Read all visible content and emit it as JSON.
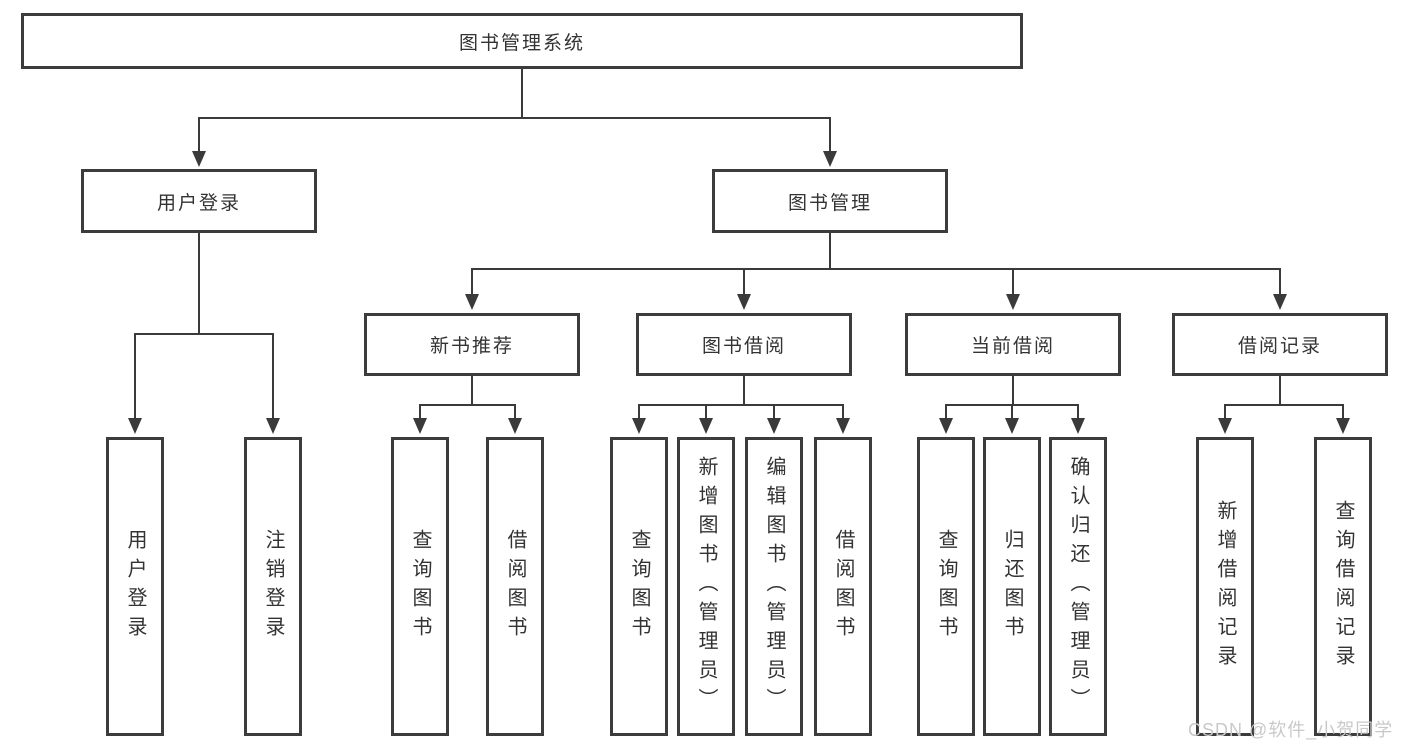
{
  "tree": {
    "label": "图书管理系统",
    "children": [
      {
        "label": "用户登录",
        "children": [
          {
            "label": "用户登录"
          },
          {
            "label": "注销登录"
          }
        ]
      },
      {
        "label": "图书管理",
        "children": [
          {
            "label": "新书推荐",
            "children": [
              {
                "label": "查询图书"
              },
              {
                "label": "借阅图书"
              }
            ]
          },
          {
            "label": "图书借阅",
            "children": [
              {
                "label": "查询图书"
              },
              {
                "label": "新增图书（管理员）"
              },
              {
                "label": "编辑图书（管理员）"
              },
              {
                "label": "借阅图书"
              }
            ]
          },
          {
            "label": "当前借阅",
            "children": [
              {
                "label": "查询图书"
              },
              {
                "label": "归还图书"
              },
              {
                "label": "确认归还（管理员）"
              }
            ]
          },
          {
            "label": "借阅记录",
            "children": [
              {
                "label": "新增借阅记录"
              },
              {
                "label": "查询借阅记录"
              }
            ]
          }
        ]
      }
    ]
  },
  "watermark": {
    "text": "CSDN @软件_小贺同学"
  },
  "colors": {
    "line": "#3a3a3a",
    "box_border": "#3c3c3c",
    "text": "#333333",
    "watermark": "#c9c9c9",
    "background": "#ffffff"
  }
}
